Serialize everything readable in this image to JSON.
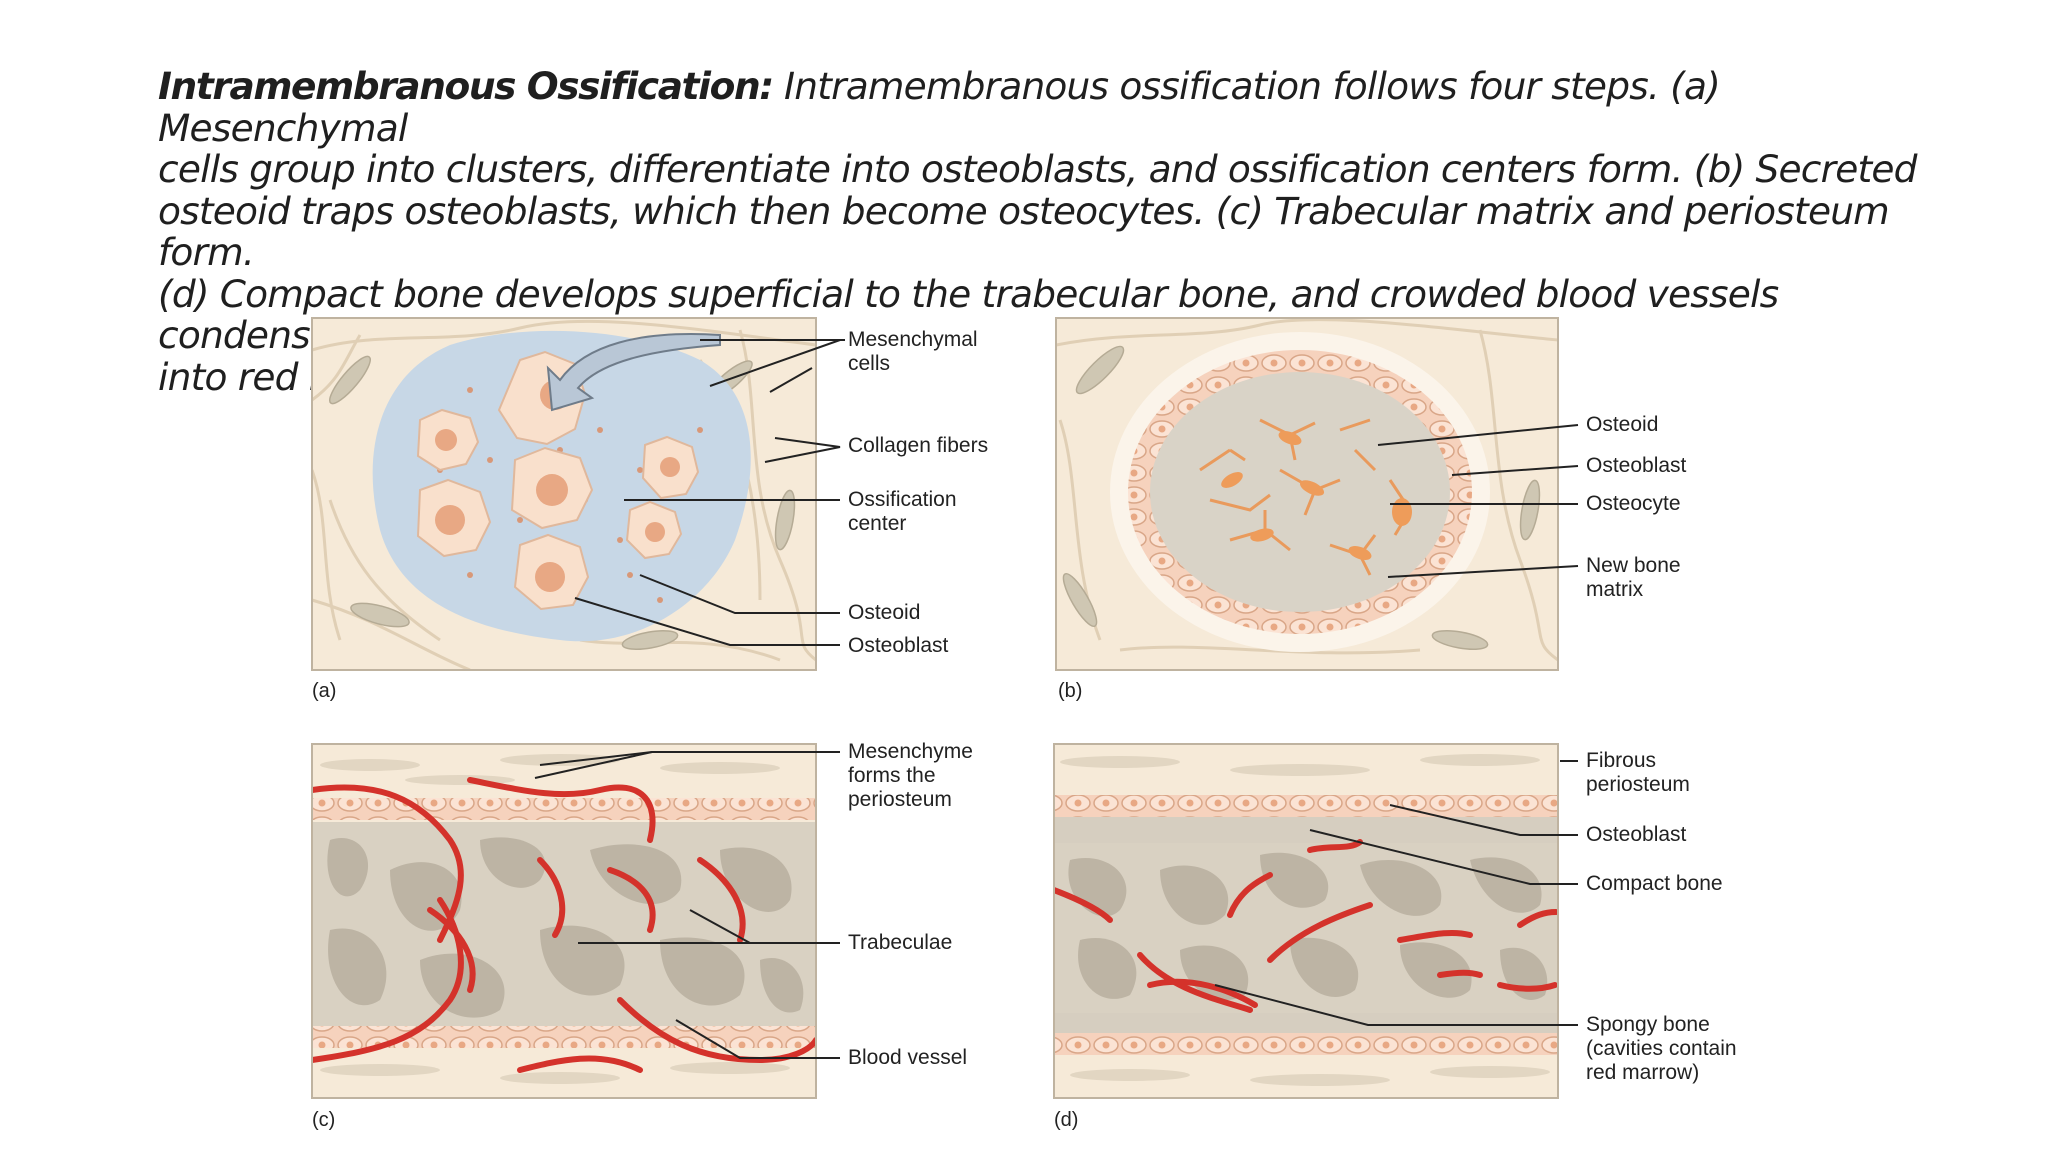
{
  "caption": {
    "heading": "Intramembranous Ossification:",
    "lines": [
      " Intramembranous ossification follows four steps. (a) Mesenchymal",
      "cells group into clusters, differentiate into osteoblasts, and ossification centers form. (b) Secreted",
      "osteoid traps osteoblasts, which then become osteocytes. (c) Trabecular matrix and periosteum form.",
      "(d) Compact bone develops superficial to the trabecular bone, and crowded blood vessels condense",
      "into red bone marrow."
    ]
  },
  "panels": {
    "a": {
      "letter": "(a)",
      "labels": {
        "mesenchymal_1": "Mesenchymal",
        "mesenchymal_2": "cells",
        "collagen": "Collagen fibers",
        "ossification_1": "Ossification",
        "ossification_2": "center",
        "osteoid": "Osteoid",
        "osteoblast": "Osteoblast"
      }
    },
    "b": {
      "letter": "(b)",
      "labels": {
        "osteoid": "Osteoid",
        "osteoblast": "Osteoblast",
        "osteocyte": "Osteocyte",
        "newbone_1": "New bone",
        "newbone_2": "matrix"
      }
    },
    "c": {
      "letter": "(c)",
      "labels": {
        "mesenchyme_1": "Mesenchyme",
        "mesenchyme_2": "forms the",
        "mesenchyme_3": "periosteum",
        "trabeculae": "Trabeculae",
        "blood_vessel": "Blood vessel"
      }
    },
    "d": {
      "letter": "(d)",
      "labels": {
        "fibrous_1": "Fibrous",
        "fibrous_2": "periosteum",
        "osteoblast": "Osteoblast",
        "compact": "Compact bone",
        "spongy_1": "Spongy bone",
        "spongy_2": "(cavities contain",
        "spongy_3": "red marrow)"
      }
    }
  },
  "colors": {
    "tissue_bg": "#f6ead8",
    "fiber": "#e3d3bb",
    "cluster_blue": "#c7d7e6",
    "cell": "#f9e0cc",
    "nucleus": "#e8a884",
    "bone": "#d9d1c2",
    "cavity": "#bfb6a6",
    "vessel": "#d4322b",
    "periosteum_cells": "#f6d2bd",
    "leader": "#222222"
  }
}
